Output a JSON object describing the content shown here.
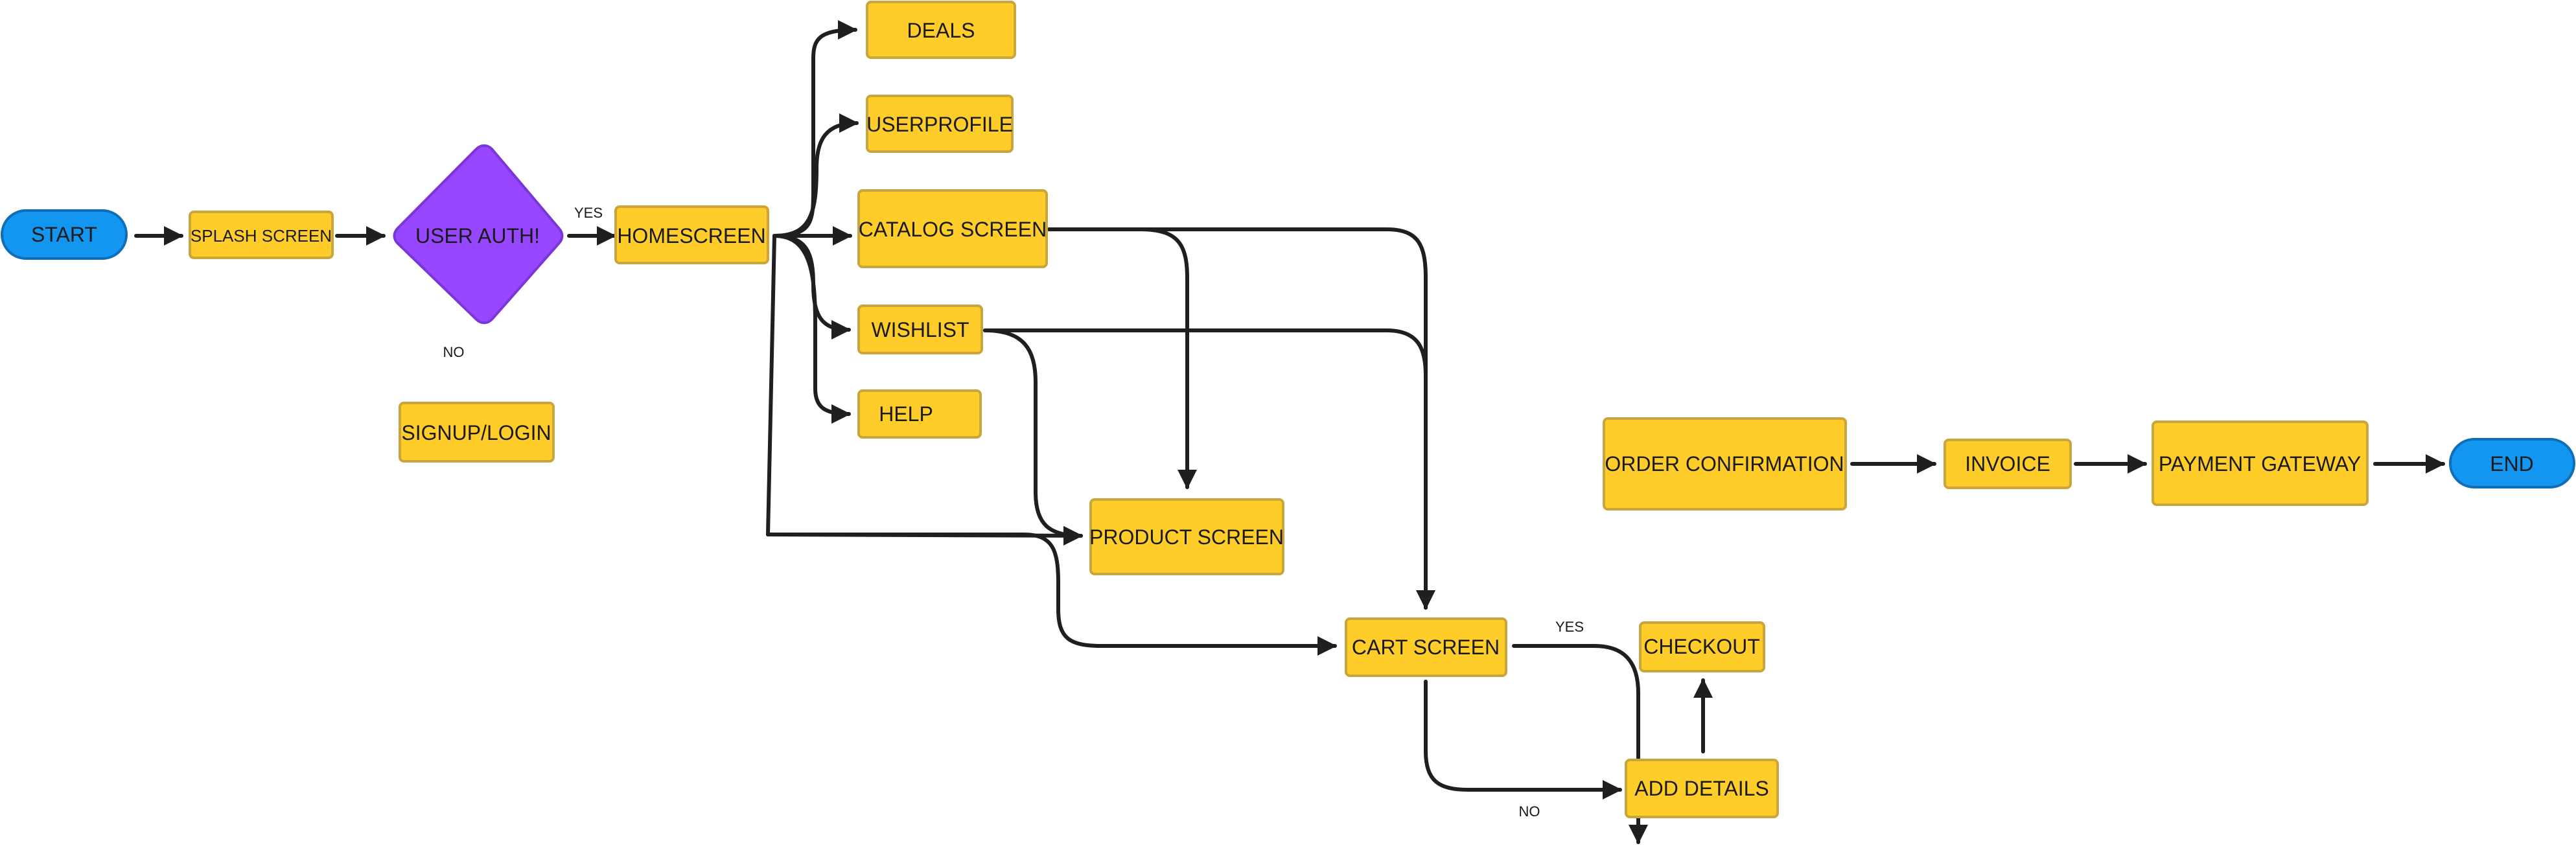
{
  "diagram": {
    "colors": {
      "process_fill": "#FFCD2A",
      "process_stroke": "#C9A53E",
      "terminal_fill": "#1296F0",
      "terminal_stroke": "#0E6FB8",
      "decision_fill": "#9747FF",
      "decision_stroke": "#7A36D6",
      "line": "#1f1f1f"
    },
    "nodes": {
      "start": "START",
      "splash": "SPLASH SCREEN",
      "auth": "USER AUTH!",
      "signup": "SIGNUP/LOGIN",
      "home": "HOMESCREEN",
      "deals": "DEALS",
      "userprofile": "USERPROFILE",
      "catalog": "CATALOG SCREEN",
      "wishlist": "WISHLIST",
      "help": "HELP",
      "product": "PRODUCT SCREEN",
      "cart": "CART SCREEN",
      "checkout": "CHECKOUT",
      "add_details": "ADD DETAILS",
      "order_confirmation": "ORDER CONFIRMATION",
      "invoice": "INVOICE",
      "payment_gateway": "PAYMENT GATEWAY",
      "end": "END"
    },
    "edge_labels": {
      "auth_yes": "YES",
      "auth_no": "NO",
      "cart_yes": "YES",
      "cart_no": "NO"
    }
  }
}
